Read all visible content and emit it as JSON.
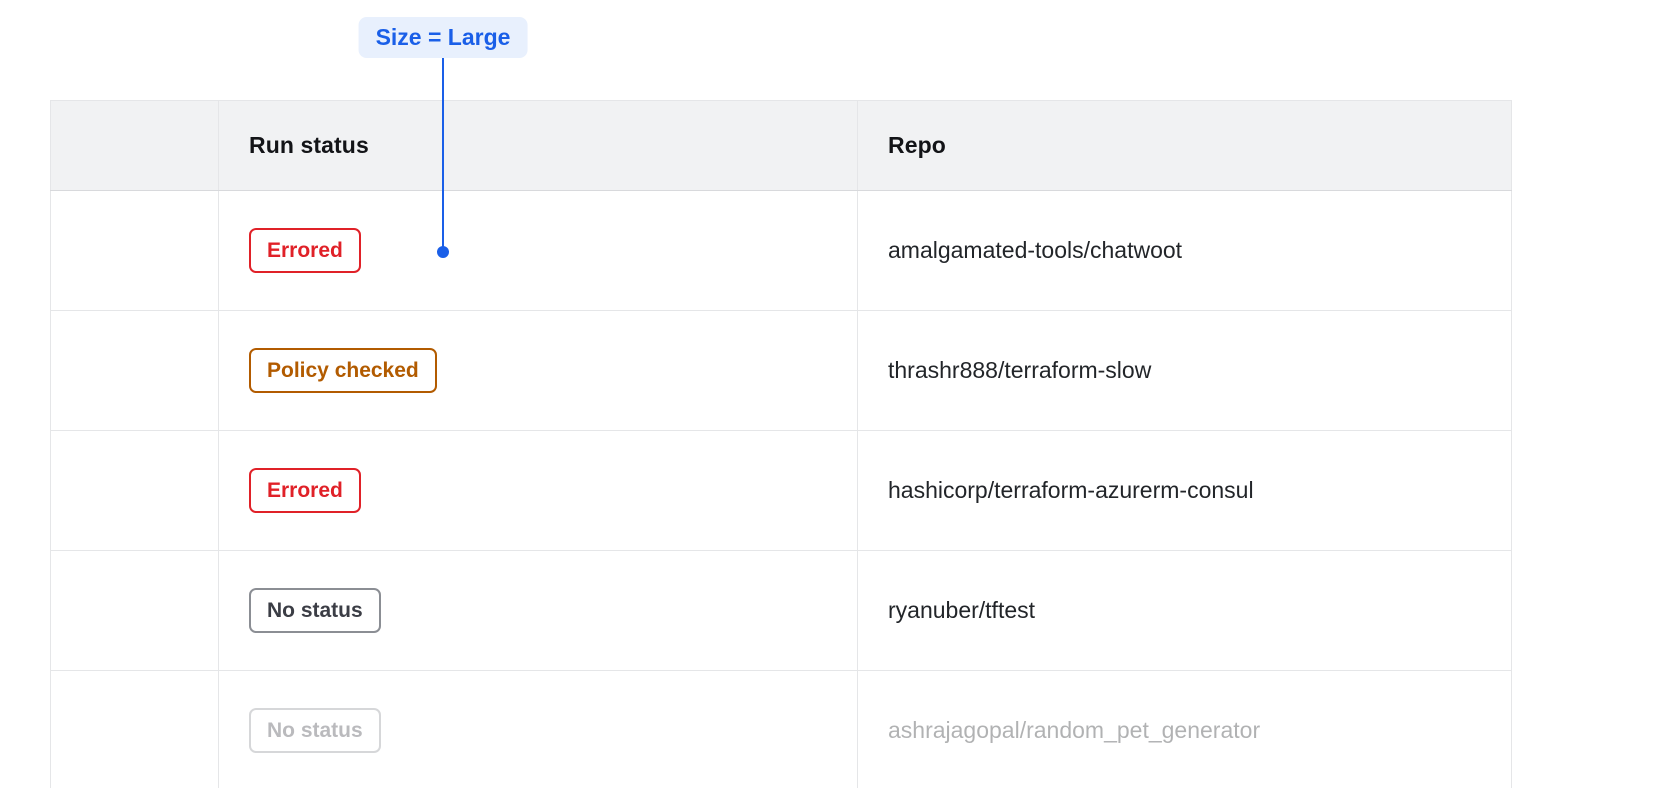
{
  "annotation": {
    "label": "Size = Large"
  },
  "table": {
    "columns": [
      {
        "label": ""
      },
      {
        "label": "Run status"
      },
      {
        "label": "Repo"
      }
    ],
    "rows": [
      {
        "status": "Errored",
        "variant": "critical",
        "repo": "amalgamated-tools/chatwoot"
      },
      {
        "status": "Policy checked",
        "variant": "warning",
        "repo": "thrashr888/terraform-slow"
      },
      {
        "status": "Errored",
        "variant": "critical",
        "repo": "hashicorp/terraform-azurerm-consul"
      },
      {
        "status": "No status",
        "variant": "neutral",
        "repo": "ryanuber/tftest"
      },
      {
        "status": "No status",
        "variant": "neutral",
        "repo": "ashrajagopal/random_pet_generator"
      }
    ]
  },
  "colors": {
    "annotation_fg": "#1a5fe8",
    "annotation_bg": "#e8f0fd",
    "critical": "#e02128",
    "warning": "#b25b00",
    "neutral_text": "#3b3d45",
    "header_bg": "#f1f2f3",
    "border": "#e5e6e8"
  }
}
